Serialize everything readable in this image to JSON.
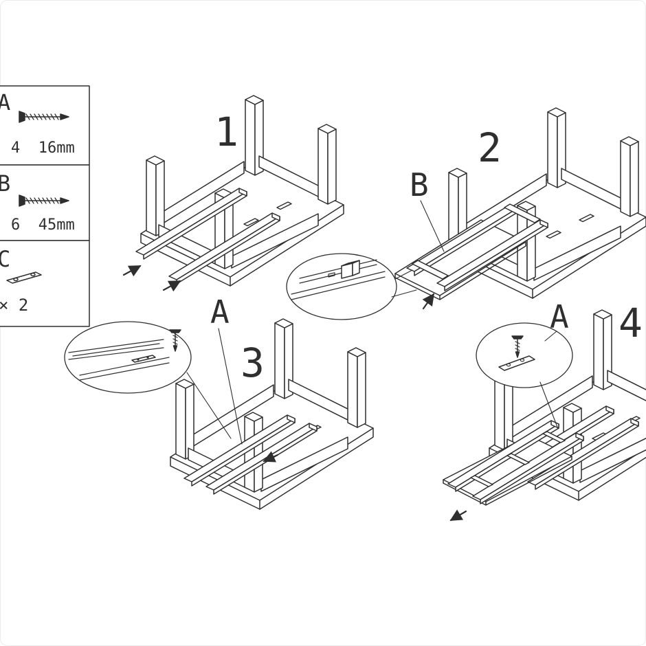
{
  "colors": {
    "line": "#2f2f2f",
    "background": "#ffffff"
  },
  "legend": {
    "items": [
      {
        "letter": "A",
        "icon": "countersunk-screw-icon",
        "spec": "4  16mm"
      },
      {
        "letter": "B",
        "icon": "countersunk-screw-icon",
        "spec": "6  45mm"
      },
      {
        "letter": "C",
        "icon": "mounting-plate-icon",
        "spec": "× 2"
      }
    ]
  },
  "steps": [
    {
      "number": "1"
    },
    {
      "number": "2",
      "part_label": "B"
    },
    {
      "number": "3",
      "part_label": "A"
    },
    {
      "number": "4",
      "part_label": "A"
    }
  ]
}
